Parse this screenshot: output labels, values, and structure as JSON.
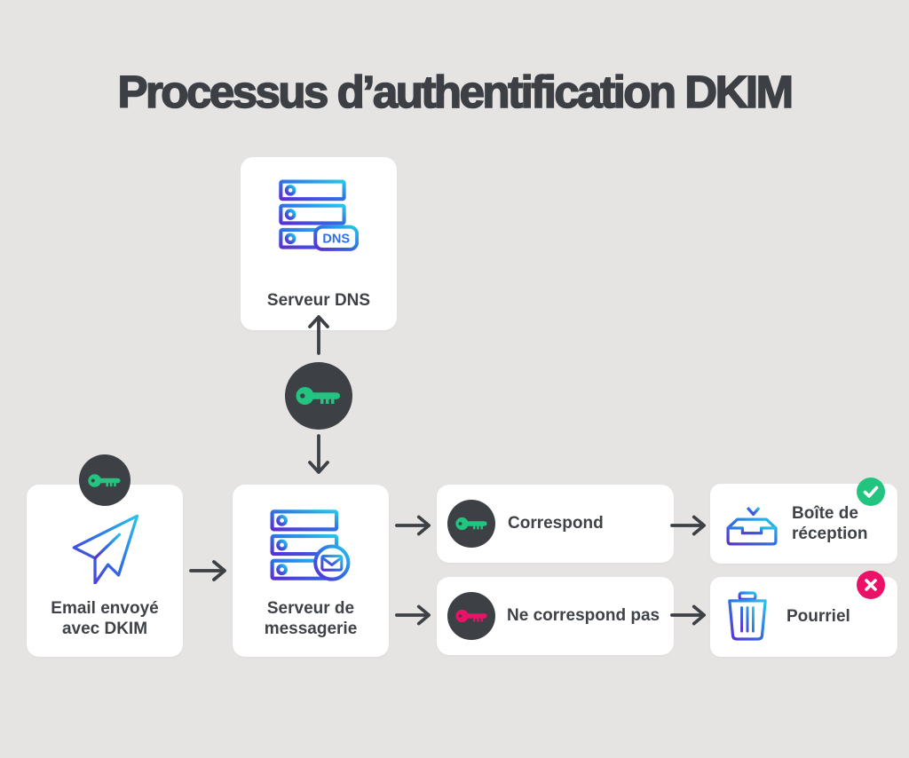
{
  "title": "Processus d’authentification DKIM",
  "colors": {
    "background": "#e6e4e3",
    "card": "#ffffff",
    "dark": "#3d4044",
    "green": "#22c480",
    "pink": "#ec1166",
    "icon_gradient_start": "#5b2ed3",
    "icon_gradient_mid": "#2e70e4",
    "icon_gradient_end": "#28c5ea"
  },
  "nodes": {
    "dns_server": {
      "label": "Serveur DNS",
      "icon": "dns-server-icon",
      "icon_badge_text": "DNS"
    },
    "key_exchange": {
      "icon": "key-icon",
      "key_color": "#22c480"
    },
    "email_sent": {
      "label": "Email envoyé avec DKIM",
      "icon": "paper-plane-icon",
      "badge_icon": "key-icon"
    },
    "mail_server": {
      "label": "Serveur de messagerie",
      "icon": "mail-server-icon"
    },
    "match": {
      "label": "Correspond",
      "icon": "key-icon",
      "key_color": "#22c480"
    },
    "no_match": {
      "label": "Ne correspond pas",
      "icon": "key-icon",
      "key_color": "#ec1166"
    },
    "inbox": {
      "label": "Boîte de réception",
      "icon": "inbox-icon",
      "badge_icon": "checkmark-icon",
      "badge_color": "#22c480"
    },
    "spam": {
      "label": "Pourriel",
      "icon": "trash-icon",
      "badge_icon": "x-icon",
      "badge_color": "#ec1166"
    }
  }
}
